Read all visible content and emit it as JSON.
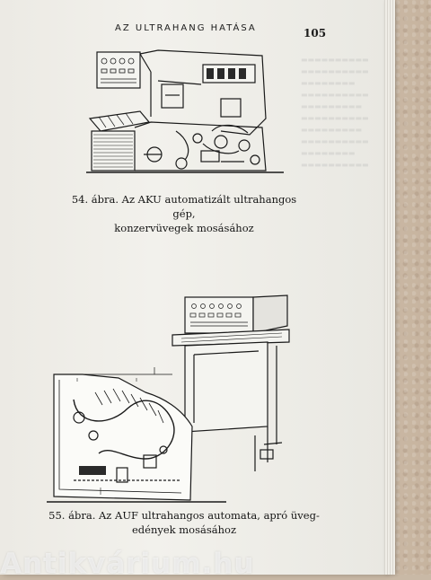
{
  "header": {
    "running_head": "AZ ULTRAHANG HATÁSA",
    "page_number": "105"
  },
  "figures": [
    {
      "caption_line1": "54. ábra. Az AKU automatizált ultrahangos gép,",
      "caption_line2": "konzervüvegek mosásához"
    },
    {
      "caption_line1": "55. ábra. Az AUF ultrahangos automata, apró üveg-",
      "caption_line2": "edények mosásához"
    }
  ],
  "watermark": "Antikvárium.hu",
  "colors": {
    "ink": "#151515",
    "paper": "#efeee9",
    "background": "#c9b9a6"
  }
}
